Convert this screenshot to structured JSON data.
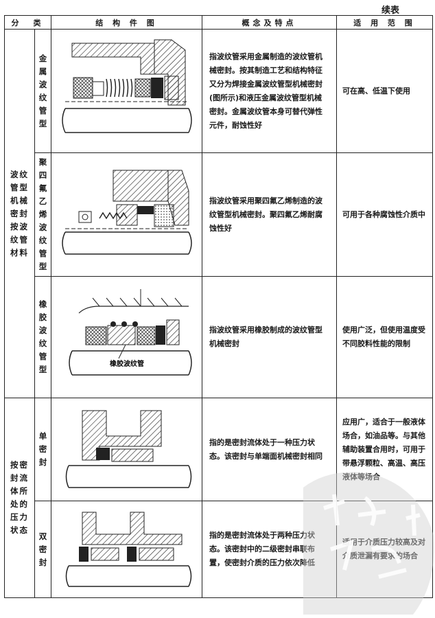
{
  "continued": "续表",
  "header": {
    "category": "分　类",
    "figure": "结 构 件 图",
    "concept": "概念及特点",
    "scope": "适 用 范 围"
  },
  "groups": [
    {
      "label": "波纹管型机械密封按波纹管材料",
      "rows": [
        {
          "sub": "金属波纹管型",
          "concept": "指波纹管采用金属制造的波纹管机械密封。按其制造工艺和结构特征又分为焊接金属波纹管型机械密封(图所示)和液压金属波纹管型机械密封。金属波纹管本身可替代弹性元件，耐蚀性好",
          "scope": "可在高、低温下使用"
        },
        {
          "sub": "聚四氟乙烯波纹管型",
          "concept": "指波纹管采用聚四氟乙烯制造的波纹管型机械密封。聚四氟乙烯耐腐蚀性好",
          "scope": "可用于各种腐蚀性介质中"
        },
        {
          "sub": "橡胶波纹管型",
          "concept": "指波纹管采用橡胶制成的波纹管型机械密封",
          "scope": "使用广泛，但使用温度受不同胶料性能的限制",
          "figure_label": "橡胶波纹管"
        }
      ]
    },
    {
      "label": "按密封流体所处的压力状态",
      "rows": [
        {
          "sub": "单密封",
          "concept": "指的是密封流体处于一种压力状态。该密封与单端面机械密封相同",
          "scope": "应用广，适合于一般液体场合，如油品等。与其他辅助装置合用时，可用于带悬浮颗粒、高温、高压液体等场合"
        },
        {
          "sub": "双密封",
          "concept": "指的是密封流体处于两种压力状态。该密封中的二级密封串联布置，使密封介质的压力依次降低",
          "scope": "适用于介质压力较高及对介质泄漏有要求的场合"
        }
      ]
    }
  ]
}
